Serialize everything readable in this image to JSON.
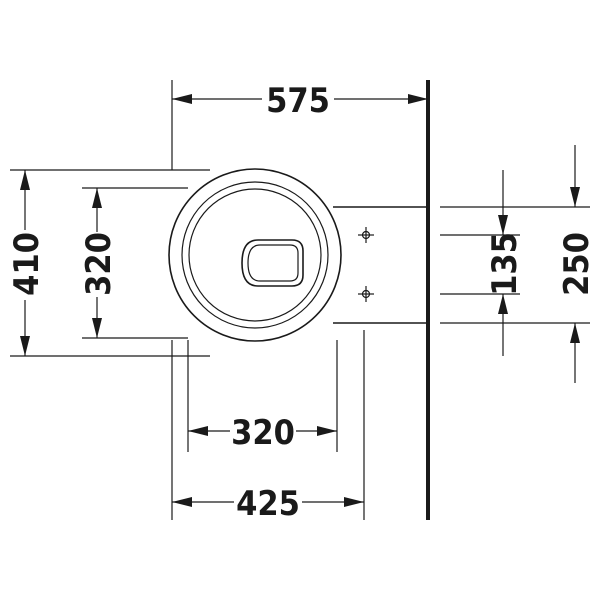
{
  "dimensions": {
    "depth_total": "575",
    "width_total": "410",
    "width_inner": "320",
    "bottom_inner": "320",
    "bottom_outer": "425",
    "hole_spacing": "135",
    "height_ref": "250"
  },
  "colors": {
    "line": "#1a1a1a",
    "background": "#ffffff"
  }
}
